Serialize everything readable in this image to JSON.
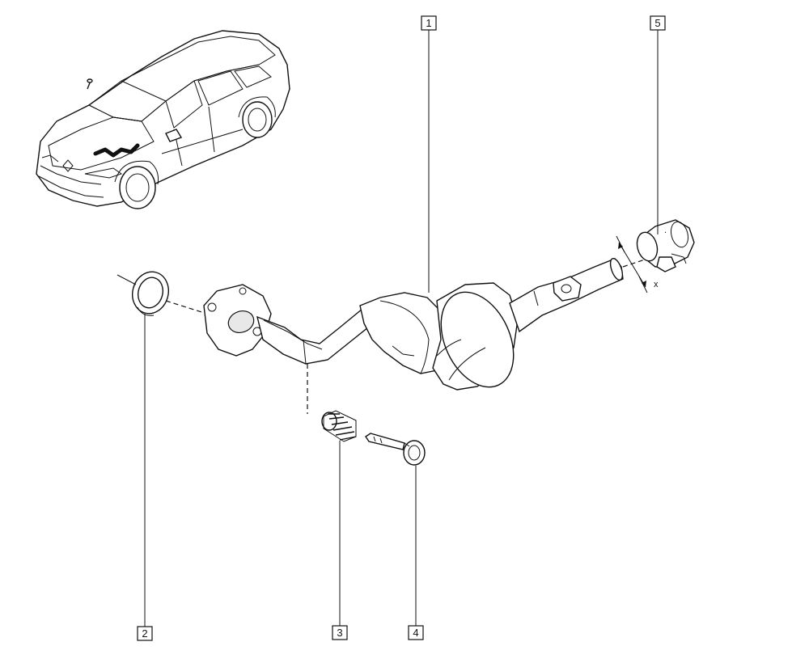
{
  "callouts": [
    {
      "id": "1",
      "label": "1"
    },
    {
      "id": "2",
      "label": "2"
    },
    {
      "id": "3",
      "label": "3"
    },
    {
      "id": "4",
      "label": "4"
    },
    {
      "id": "5",
      "label": "5"
    }
  ],
  "dimension": {
    "label": "x"
  },
  "colors": {
    "line": "#111111",
    "background": "#ffffff",
    "harness": "#111111"
  }
}
